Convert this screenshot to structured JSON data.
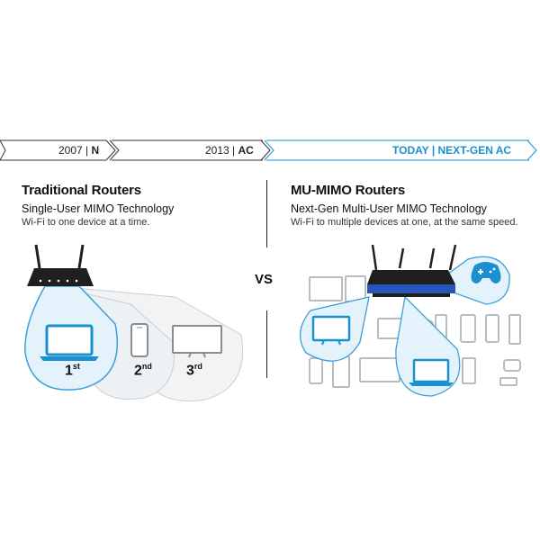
{
  "timeline": {
    "items": [
      {
        "year": "2007",
        "sep": "|",
        "standard": "N"
      },
      {
        "year": "2013",
        "sep": "|",
        "standard": "AC"
      },
      {
        "year": "TODAY",
        "sep": "|",
        "standard": "NEXT-GEN AC"
      }
    ],
    "colors": {
      "past": "#222222",
      "today": "#1a90d0"
    }
  },
  "left": {
    "title": "Traditional Routers",
    "subtitle": "Single-User MIMO Technology",
    "description": "Wi-Fi to one device at a time.",
    "ordinals": [
      {
        "num": "1",
        "suffix": "st"
      },
      {
        "num": "2",
        "suffix": "nd"
      },
      {
        "num": "3",
        "suffix": "rd"
      }
    ]
  },
  "vs_label": "VS",
  "right": {
    "title": "MU-MIMO Routers",
    "subtitle": "Next-Gen Multi-User MIMO Technology",
    "description": "Wi-Fi to multiple devices at one, at the same speed."
  },
  "colors": {
    "accent": "#1a90d0",
    "bubble": "#e4f2fb",
    "bubble_fade": "#eef1f3",
    "device_gray": "#b7bcc1",
    "router_dark": "#1f1f1f",
    "router_blue": "#2a55b8"
  }
}
